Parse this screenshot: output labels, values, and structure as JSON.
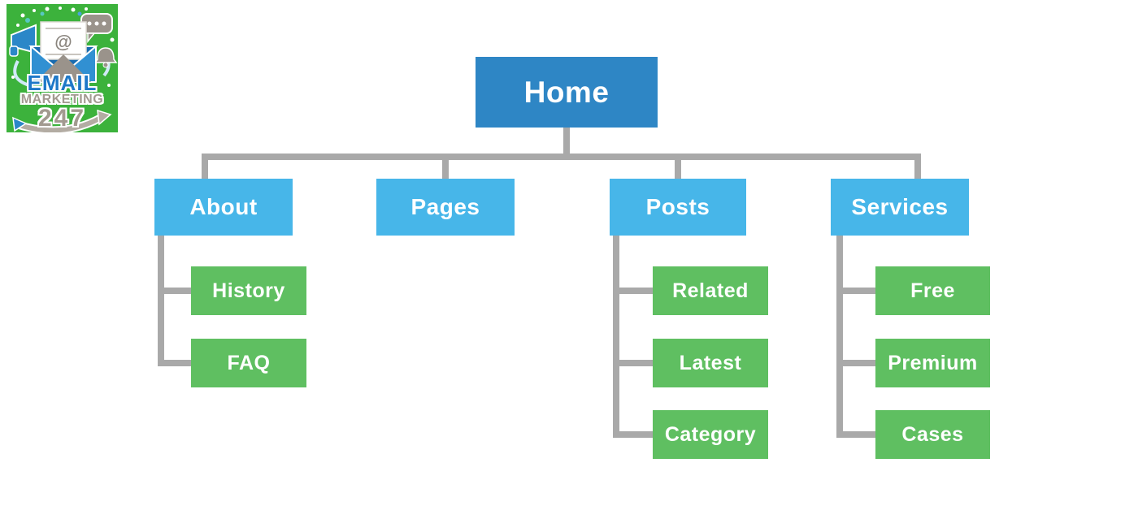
{
  "logo": {
    "line1": "EMAIL",
    "line2": "MARKETING",
    "line3": "247",
    "background": "#3cb23c",
    "line1_color": "#1e78c8",
    "line2_color": "#a29a90",
    "icons": [
      "envelope-icon",
      "at-sign",
      "megaphone-icon",
      "speech-bubble-icon",
      "bell-icon",
      "swoosh-arrow-icon"
    ]
  },
  "diagram": {
    "kind": "website-sitemap-tree",
    "tree": {
      "root": {
        "label": "Home"
      },
      "branches": [
        {
          "label": "About",
          "children": [
            {
              "label": "History"
            },
            {
              "label": "FAQ"
            }
          ]
        },
        {
          "label": "Pages",
          "children": []
        },
        {
          "label": "Posts",
          "children": [
            {
              "label": "Related"
            },
            {
              "label": "Latest"
            },
            {
              "label": "Category"
            }
          ]
        },
        {
          "label": "Services",
          "children": [
            {
              "label": "Free"
            },
            {
              "label": "Premium"
            },
            {
              "label": "Cases"
            }
          ]
        }
      ]
    },
    "colors": {
      "root_fill": "#2e86c5",
      "branch_fill": "#47b6e9",
      "leaf_fill": "#5fbf61",
      "connector": "#a9a9a9",
      "node_text": "#ffffff",
      "background": "#ffffff"
    }
  }
}
